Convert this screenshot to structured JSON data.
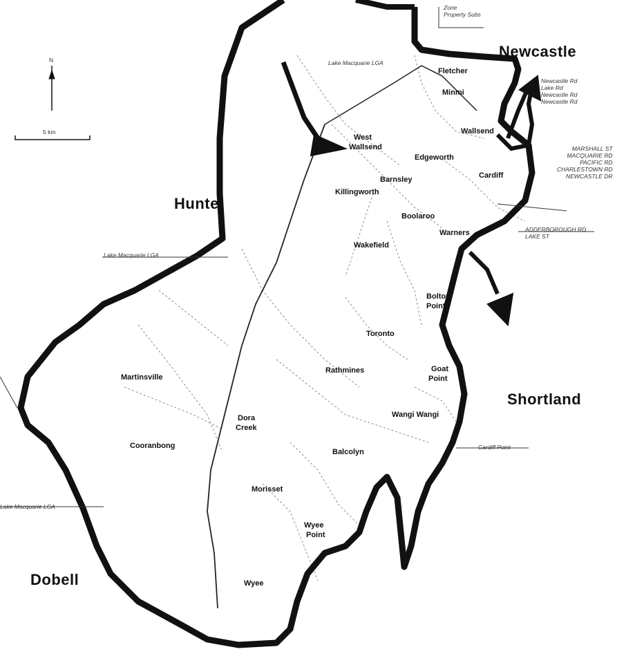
{
  "neighbours": [
    "Newcastle",
    "Hunte",
    "Shortland",
    "Dobell"
  ],
  "suburbs": [
    "Fletcher",
    "Minmi",
    "West",
    "Wallsend",
    "Wallsend",
    "Edgeworth",
    "Barnsley",
    "Killingworth",
    "Cardiff",
    "Boolaroo",
    "Warners",
    "Wakefield",
    "Bolton",
    "Point",
    "Toronto",
    "Martinsville",
    "Rathmines",
    "Goat",
    "Point",
    "Wangi Wangi",
    "Dora",
    "Creek",
    "Cooranbong",
    "Balcolyn",
    "Morisset",
    "Wyee",
    "Point",
    "Wyee"
  ],
  "small_notes": {
    "top_note": [
      "Zone",
      "Property Subs"
    ],
    "lake_macquarie_lga_top": "Lake Macquarie LGA",
    "lake_macquarie_lga_left": "Lake Macquarie LGA",
    "lake_macquarie_lga_bottom": "Lake Macquarie LGA",
    "ne_roads": [
      "Newcastle Rd",
      "Lake Rd",
      "Newcastle Rd",
      "Newcastle Rd"
    ],
    "east_roads": [
      "MARSHALL ST",
      "MACQUARIE RD",
      "PACIFIC RD",
      "CHARLESTOWN RD",
      "NEWCASTLE DR"
    ],
    "warners_box": [
      "ADDERBOROUGH RD",
      "LAKE ST"
    ],
    "shortland_box": "Cardiff Point",
    "scale": "5 km",
    "north": "N"
  },
  "colors": {
    "boundary": "#111111",
    "roads": "#666666",
    "rail": "#333333",
    "background": "#ffffff"
  }
}
